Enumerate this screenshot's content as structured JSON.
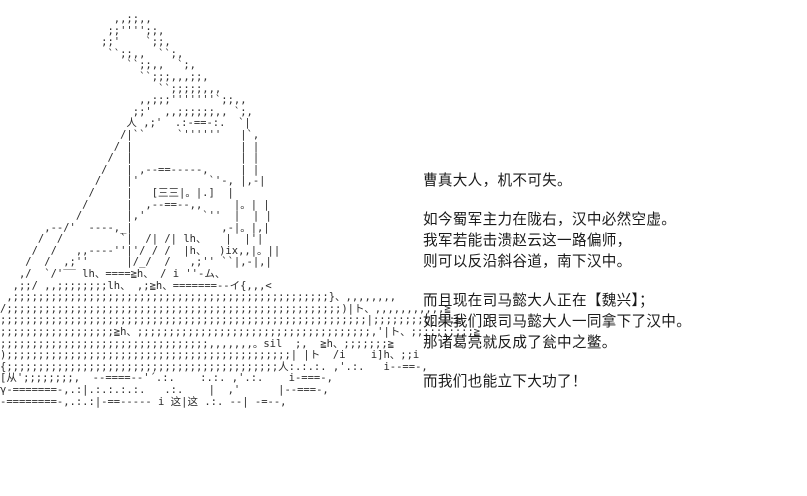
{
  "scene": {
    "background_color": "#ffffff",
    "text_color": "#1a1a1a",
    "art_color": "#2b2b2b"
  },
  "ascii_art": {
    "name": "seated-character-in-armor-ascii-art",
    "content": "                  ,,;;,,\n                 ;;'''';;,\n                ;;'    `;;,\n                 ``;;,,  ``;,\n                    ``;;,,  `;,\n                      ``;;;,,,;;,\n                         ``;;;;;,,,\n                      ,,;;;'''''''`;;,,\n                     ;;'  ,,;;;;;;,, `;,\n                    人 ,;'  .:-==-:.  `|\n                   /|``     `''''''   |`,\n                  / |                 | |\n                 /  |                 | |\n                /   | ,--==-----,     | |\n               /    |'           `'-, |,-|\n              /     |   [三三|。|.]  |\n             /      |  ,--==--,,     |。| |\n            /       |,'         `''  |  | |\n       ,--/'  ‐‐--,_|              ,-|。|,|\n      /  /         `|  /| /| lh、   |  |'|\n     /  /   ,,--‐‐''|'/ / /  |h、  )ix,,|。||\n    /  /  ,;''      |/_/  /   ,;'' ``|,-|,|\n   ,/  `/'‾‾ lh、====≧h、 / i ''-ム、\n  ,;;/ ,,;;;;;;;;lh、 ,;≧h、=======-‐イ{,,,<\n ,;;;;;;;;;;;;;;;;;;;;;;;;;;;;;;;;;;;;;;;;;;;;;;;;;;}、,,,,,,,,\n/;;;;;;;;;;;;;;;;;;;;;;;;;;;;;;;;;;;;;;;;;;;;;;;;;;;;;)|ト、,,,,,,,,,,,≧\n;;;;;;;;;;;;;;;;;;;;;;;;;;;;;;;;;;;;;;;;;;;;;;;;;;;;;;;;;;|;;;;;;;;;;;;;≧\n;;;;;;;;;;;;;;;;;;≧h、;;;;;;;;;;;;;;;;;;;;;;;;;;;;;;;;;;;;;,'|ト、;;;;;;;;;;≧\n;;;;;;;;;;;;;;;;;;;;;;;;;;;;;;;;;,,,,,,,。sil  ;,  ≧h、;;;;;;;≧\n);;;;;;;;;;;;;;;;;;;;;;;;;;;;;;;;;;;;;;;;;;;;;| |ト  /i    i]h、;;i\n{;;;;;;;;;;;;;;;;;;;;;;;;;;;;;;;;;;;;;;;;;;;人:.:.:. ,'.:.   i--==-,\n[从';;;;;;;;,  --====-‐'´.:.    :.:. ,'.:.    i-===-,\nγ-=======-,.:|.:.:.:.:.   .:.    |  ,'      |--===-,\n-========-,.:.:|-==-‐‐‐‐ i 这|这 .:. ‐‐| ‐=--,\n"
  },
  "dialogue": {
    "name": "dialogue-text-block",
    "paragraphs": [
      {
        "lines": [
          "曹真大人，机不可失。"
        ]
      },
      {
        "lines": [
          "如今蜀军主力在陇右，汉中必然空虚。",
          "我军若能击溃赵云这一路偏师，",
          "则可以反沿斜谷道，南下汉中。"
        ]
      },
      {
        "lines": [
          "而且现在司马懿大人正在【魏兴】；",
          "如果我们跟司马懿大人一同拿下了汉中。",
          "那诸葛亮就反成了瓮中之鳖。"
        ]
      },
      {
        "lines": [
          "而我们也能立下大功了！"
        ]
      }
    ]
  }
}
